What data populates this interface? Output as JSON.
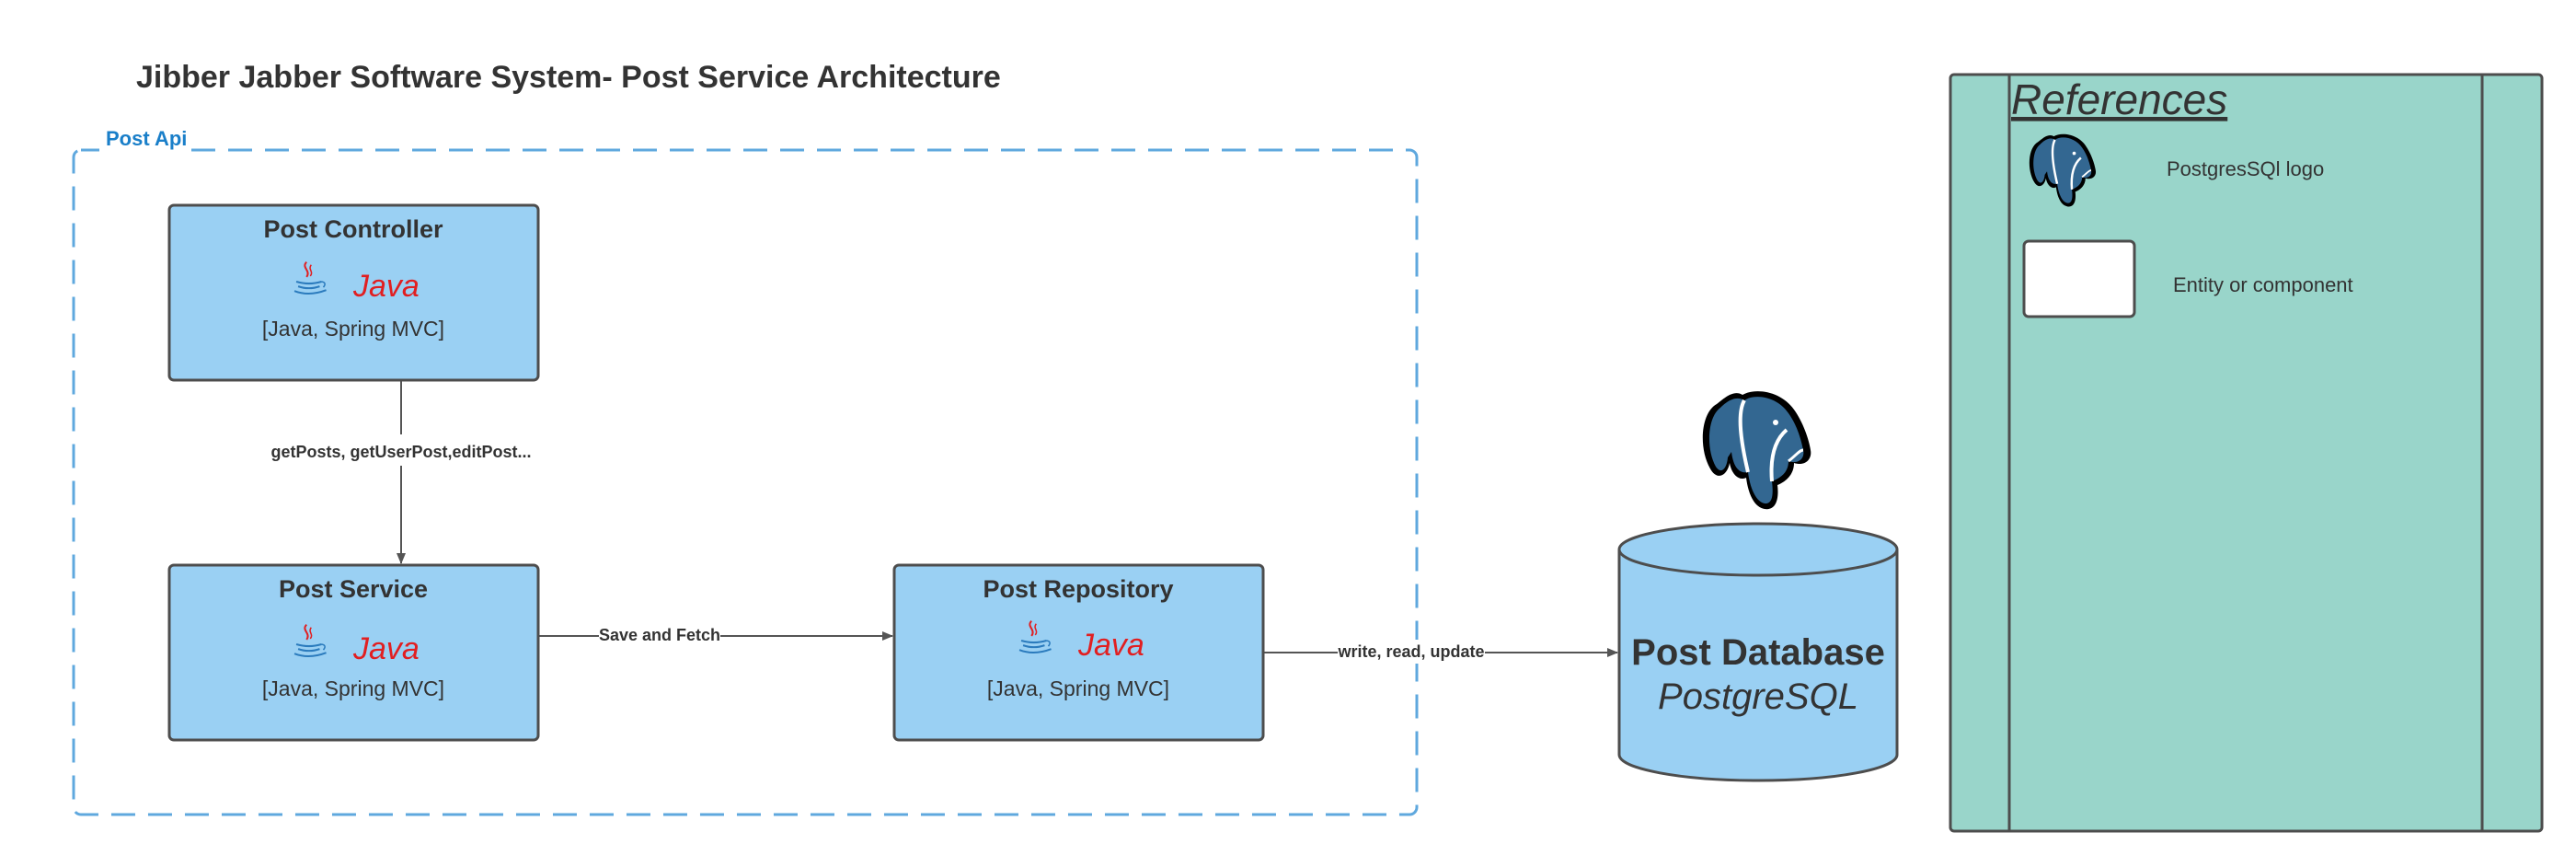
{
  "title": "Jibber Jabber Software System- Post Service Architecture",
  "boundary": {
    "label": "Post Api"
  },
  "components": [
    {
      "id": "controller",
      "title": "Post Controller",
      "tech": "[Java, Spring MVC]",
      "logo_text": "Java",
      "logo_icon": "java-icon"
    },
    {
      "id": "service",
      "title": "Post Service",
      "tech": "[Java, Spring MVC]",
      "logo_text": "Java",
      "logo_icon": "java-icon"
    },
    {
      "id": "repository",
      "title": "Post Repository",
      "tech": "[Java, Spring MVC]",
      "logo_text": "Java",
      "logo_icon": "java-icon"
    }
  ],
  "database": {
    "title": "Post Database",
    "subtitle": "PostgreSQL",
    "icon": "postgresql-elephant-icon"
  },
  "connections": [
    {
      "from": "controller",
      "to": "service",
      "label": "getPosts, getUserPost,editPost..."
    },
    {
      "from": "service",
      "to": "repository",
      "label": "Save and Fetch"
    },
    {
      "from": "repository",
      "to": "database",
      "label": "write, read, update"
    }
  ],
  "references": {
    "title": "References",
    "items": [
      {
        "icon": "postgresql-elephant-icon",
        "label": "PostgresSQl logo"
      },
      {
        "icon": "component-box-icon",
        "label": "Entity or component"
      }
    ]
  },
  "colors": {
    "component_fill": "#9ad0f3",
    "component_stroke": "#4d4d4d",
    "boundary_stroke": "#5fa8de",
    "boundary_label": "#1a7fc9",
    "references_fill": "#99d5ca",
    "elephant_fill": "#336791",
    "java_red": "#e11f21",
    "java_blue": "#2b7bbd",
    "text": "#333333"
  }
}
